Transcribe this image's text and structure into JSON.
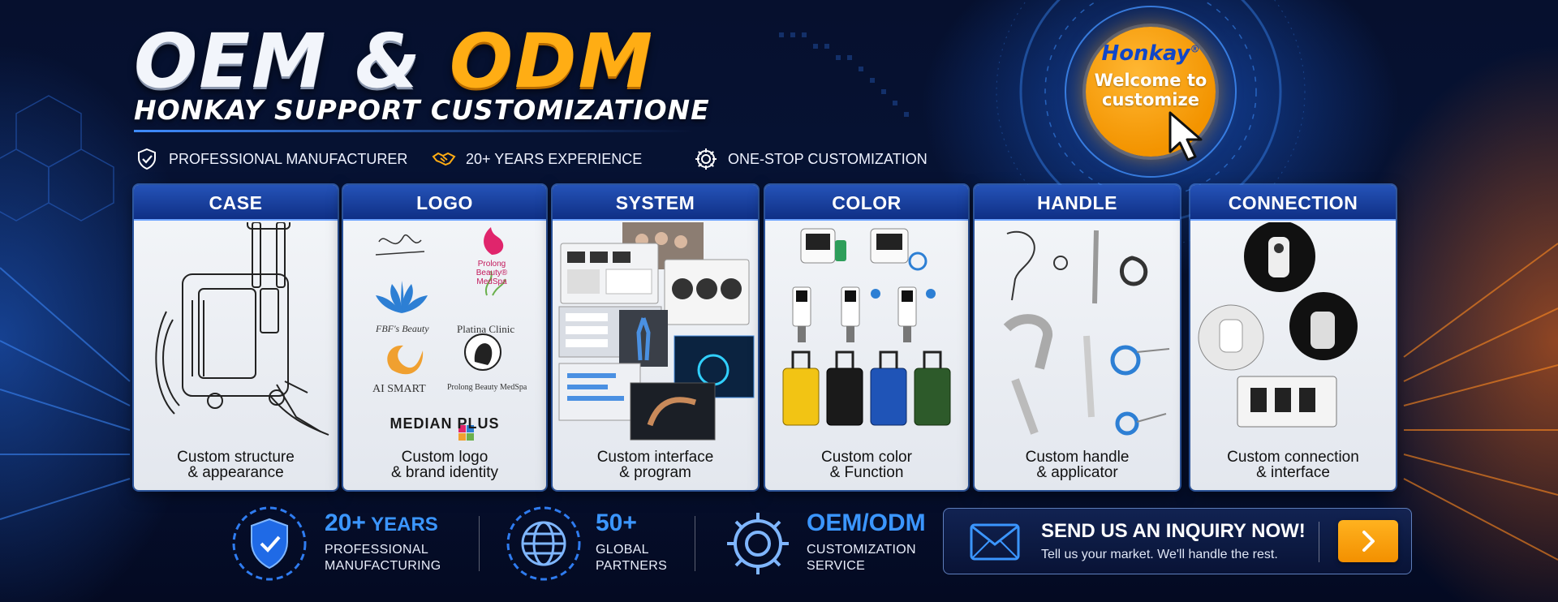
{
  "headline": {
    "part1": "OEM & ",
    "part2": "ODM",
    "subtitle": "HONKAY SUPPORT CUSTOMIZATIONE"
  },
  "features": [
    {
      "icon": "shield-check-icon",
      "label": "PROFESSIONAL MANUFACTURER"
    },
    {
      "icon": "handshake-icon",
      "label": "20+ YEARS EXPERIENCE"
    },
    {
      "icon": "gear-icon",
      "label": "ONE-STOP CUSTOMIZATION"
    }
  ],
  "badge": {
    "brand": "Honkay",
    "registered": "®",
    "line1": "Welcome to",
    "line2": "customize"
  },
  "cards": [
    {
      "title": "CASE",
      "caption_line1": "Custom structure",
      "caption_line2": "& appearance"
    },
    {
      "title": "LOGO",
      "caption_line1": "Custom logo",
      "caption_line2": "& brand identity"
    },
    {
      "title": "SYSTEM",
      "caption_line1": "Custom interface",
      "caption_line2": "& program"
    },
    {
      "title": "COLOR",
      "caption_line1": "Custom color",
      "caption_line2": "& Function"
    },
    {
      "title": "HANDLE",
      "caption_line1": "Custom handle",
      "caption_line2": "& applicator"
    },
    {
      "title": "CONNECTION",
      "caption_line1": "Custom connection",
      "caption_line2": "& interface"
    }
  ],
  "logos": {
    "prolong": "Prolong Beauty® MedSpa",
    "fbf": "FBF's Beauty",
    "platina": "Platina Clinic",
    "aismart": "AI SMART",
    "prolong2": "Prolong Beauty MedSpa",
    "median": "MEDIAN PLUS"
  },
  "stats": [
    {
      "icon": "shield-check-icon",
      "big": "20+",
      "big_suffix": " YEARS",
      "sub1": "PROFESSIONAL",
      "sub2": "MANUFACTURING"
    },
    {
      "icon": "globe-icon",
      "big": "50+",
      "big_suffix": "",
      "sub1": "GLOBAL",
      "sub2": "PARTNERS"
    },
    {
      "icon": "gear-icon",
      "big": "OEM/ODM",
      "big_suffix": "",
      "sub1": "CUSTOMIZATION",
      "sub2": "SERVICE"
    }
  ],
  "inquiry": {
    "title": "SEND US AN INQUIRY NOW!",
    "subtitle": "Tell us your market. We'll handle the rest.",
    "button_icon": "chevron-right-icon",
    "mail_icon": "envelope-icon"
  },
  "colors": {
    "accent": "#ffad14",
    "primary_blue": "#1a48b5",
    "stat_blue": "#3b96ff",
    "card_head": "#16389a"
  }
}
